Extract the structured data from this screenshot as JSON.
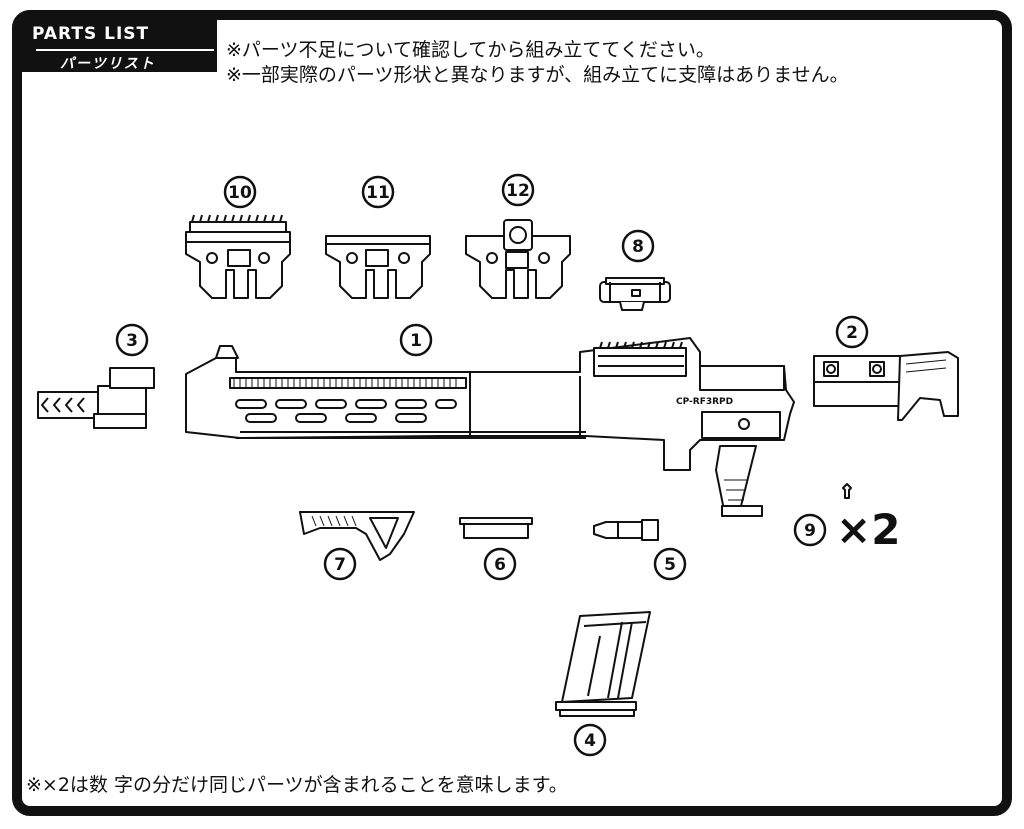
{
  "header": {
    "title": "PARTS LIST",
    "subtitle": "パーツリスト"
  },
  "notes": [
    "※パーツ不足について確認してから組み立ててください。",
    "※一部実際のパーツ形状と異なりますが、組み立てに支障はありません。"
  ],
  "parts": [
    {
      "number": "①"
    },
    {
      "number": "②"
    },
    {
      "number": "③"
    },
    {
      "number": "④"
    },
    {
      "number": "⑤"
    },
    {
      "number": "⑥"
    },
    {
      "number": "⑦"
    },
    {
      "number": "⑧"
    },
    {
      "number": "⑨"
    },
    {
      "number": "⑩"
    },
    {
      "number": "⑪"
    },
    {
      "number": "⑫"
    }
  ],
  "quantity_label": "×2",
  "rifle_marking": "CP-RF3RPD",
  "footer": "※×2は数 字の分だけ同じパーツが含まれることを意味します。",
  "colors": {
    "ink": "#111111",
    "paper": "#ffffff"
  }
}
